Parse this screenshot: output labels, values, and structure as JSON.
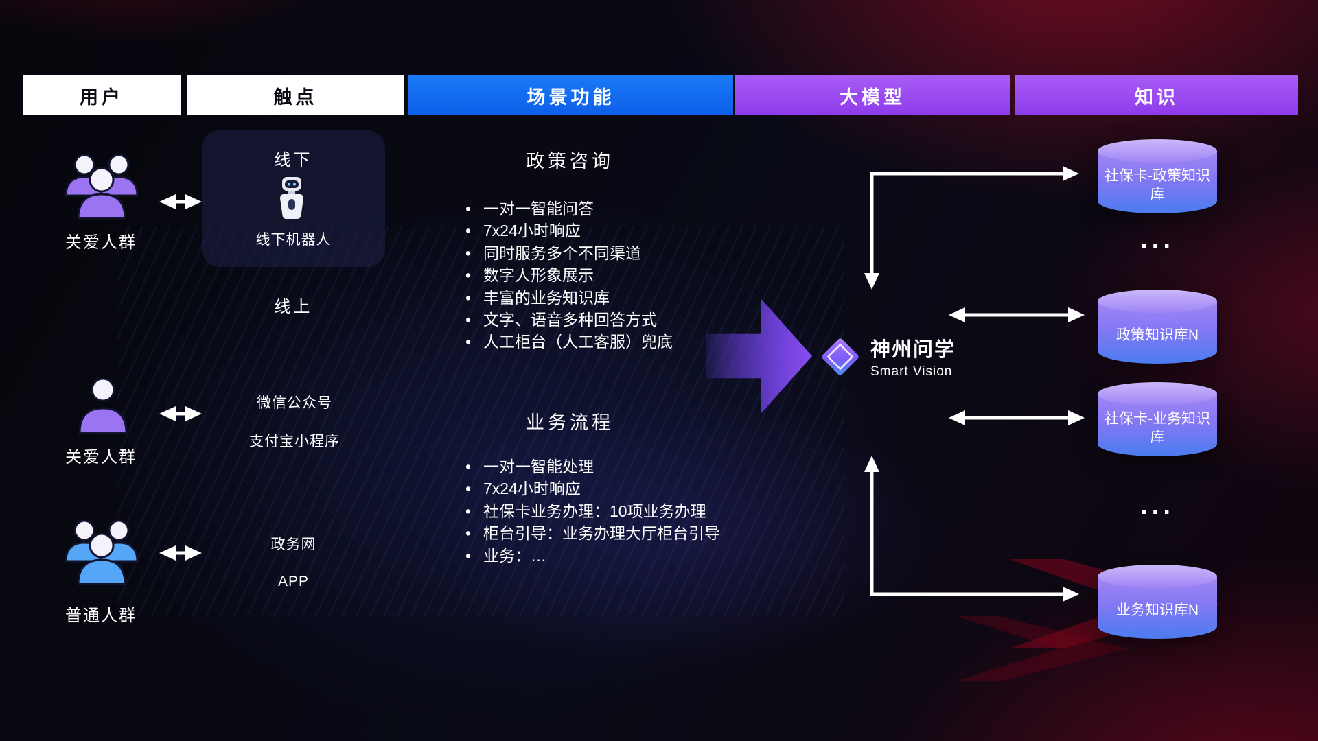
{
  "columns": {
    "user": "用户",
    "touchpoint": "触点",
    "scenario": "场景功能",
    "model": "大模型",
    "knowledge": "知识"
  },
  "users": [
    {
      "label": "关爱人群",
      "icon": "user-group-purple-icon"
    },
    {
      "label": "关爱人群",
      "icon": "user-person-purple-icon"
    },
    {
      "label": "普通人群",
      "icon": "user-group-blue-icon"
    }
  ],
  "touchpoints": {
    "offline": {
      "title": "线下",
      "robot_label": "线下机器人",
      "robot_icon": "service-robot-icon"
    },
    "online_title": "线上",
    "online_channels": [
      "微信公众号",
      "支付宝小程序",
      "政务网",
      "APP"
    ]
  },
  "scenarios": [
    {
      "title": "政策咨询",
      "items": [
        "一对一智能问答",
        "7x24小时响应",
        "同时服务多个不同渠道",
        "数字人形象展示",
        "丰富的业务知识库",
        "文字、语音多种回答方式",
        "人工柜台（人工客服）兜底"
      ]
    },
    {
      "title": "业务流程",
      "items": [
        "一对一智能处理",
        "7x24小时响应",
        "社保卡业务办理：10项业务办理",
        "柜台引导：业务办理大厅柜台引导",
        "业务：…"
      ]
    }
  ],
  "model": {
    "name": "神州问学",
    "subtitle": "Smart Vision",
    "icon": "diamond-logo-icon"
  },
  "knowledge": {
    "items": [
      {
        "type": "db",
        "label": "社保卡-政策知识库"
      },
      {
        "type": "ellipsis",
        "label": "···"
      },
      {
        "type": "db",
        "label": "政策知识库N"
      },
      {
        "type": "db",
        "label": "社保卡-业务知识库"
      },
      {
        "type": "ellipsis",
        "label": "···"
      },
      {
        "type": "db",
        "label": "业务知识库N"
      }
    ]
  },
  "colors": {
    "scenario_header_blue": "#0f63ec",
    "model_header_purple": "#9a4cf0",
    "knowledge_header_purple": "#9a4cf0",
    "flow_arrow_purple": "#8a4ef5",
    "kb_cylinder_top_purple": "#cab8fa",
    "kb_cylinder_body_blue": "#4a7cf0",
    "user_icon_purple": "#9b74f2",
    "user_icon_blue": "#55a6f6",
    "connector_arrow_white": "#ffffff"
  }
}
